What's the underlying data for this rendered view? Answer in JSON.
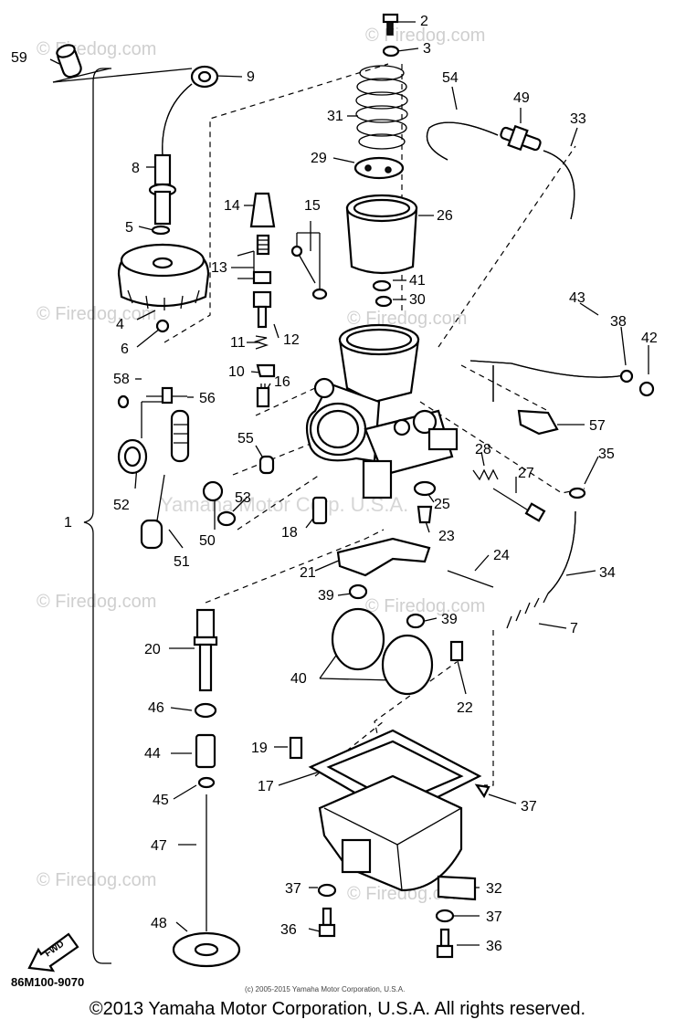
{
  "callouts": {
    "p1": "1",
    "p2": "2",
    "p3": "3",
    "p4": "4",
    "p5": "5",
    "p6": "6",
    "p7": "7",
    "p8": "8",
    "p9": "9",
    "p10": "10",
    "p11": "11",
    "p12": "12",
    "p13": "13",
    "p14": "14",
    "p15": "15",
    "p16": "16",
    "p17": "17",
    "p18": "18",
    "p19": "19",
    "p20": "20",
    "p21": "21",
    "p22": "22",
    "p23": "23",
    "p24": "24",
    "p25": "25",
    "p26": "26",
    "p27": "27",
    "p28": "28",
    "p29": "29",
    "p30": "30",
    "p31": "31",
    "p32": "32",
    "p33": "33",
    "p34": "34",
    "p35": "35",
    "p36a": "36",
    "p36b": "36",
    "p37a": "37",
    "p37b": "37",
    "p37c": "37",
    "p38": "38",
    "p39a": "39",
    "p39b": "39",
    "p40": "40",
    "p41": "41",
    "p42": "42",
    "p43": "43",
    "p44": "44",
    "p45": "45",
    "p46": "46",
    "p47": "47",
    "p48": "48",
    "p49": "49",
    "p50": "50",
    "p51": "51",
    "p52": "52",
    "p53": "53",
    "p54": "54",
    "p55": "55",
    "p56": "56",
    "p57": "57",
    "p58": "58",
    "p59": "59"
  },
  "diagram_code": "86M100-9070",
  "fwd_label": "FWD",
  "small_copyright": "(c) 2005-2015 Yamaha Motor Corporation, U.S.A.",
  "watermark_site": "© Firedog.com",
  "watermark_company": "Yamaha Motor Corp. U.S.A.",
  "footer_copyright": "©2013 Yamaha Motor Corporation, U.S.A. All rights reserved."
}
